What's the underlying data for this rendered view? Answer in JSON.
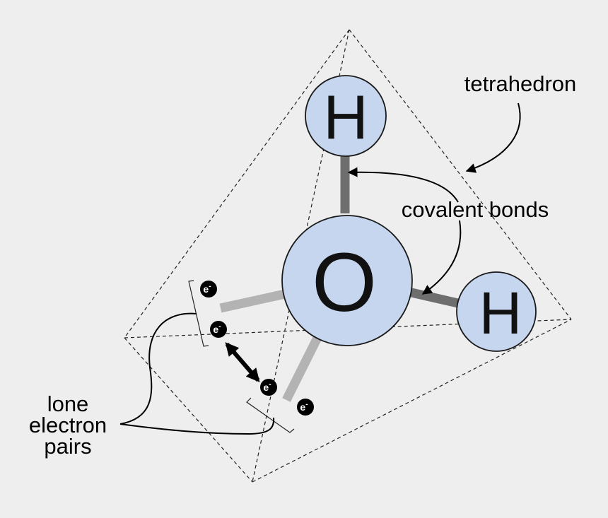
{
  "labels": {
    "tetrahedron": "tetrahedron",
    "covalent_bonds": "covalent bonds",
    "lone_pairs_line1": "lone",
    "lone_pairs_line2": "electron",
    "lone_pairs_line3": "pairs"
  },
  "atoms": {
    "hydrogen_top": "H",
    "oxygen": "O",
    "hydrogen_right": "H"
  },
  "electron_symbol": "e",
  "electron_charge": "-",
  "colors": {
    "background": "#eeeeee",
    "atom_fill": "#c5d6ee",
    "covalent_bond": "#6e6e6e",
    "lone_pair_bond": "#b3b3b3",
    "electron": "#000000"
  }
}
